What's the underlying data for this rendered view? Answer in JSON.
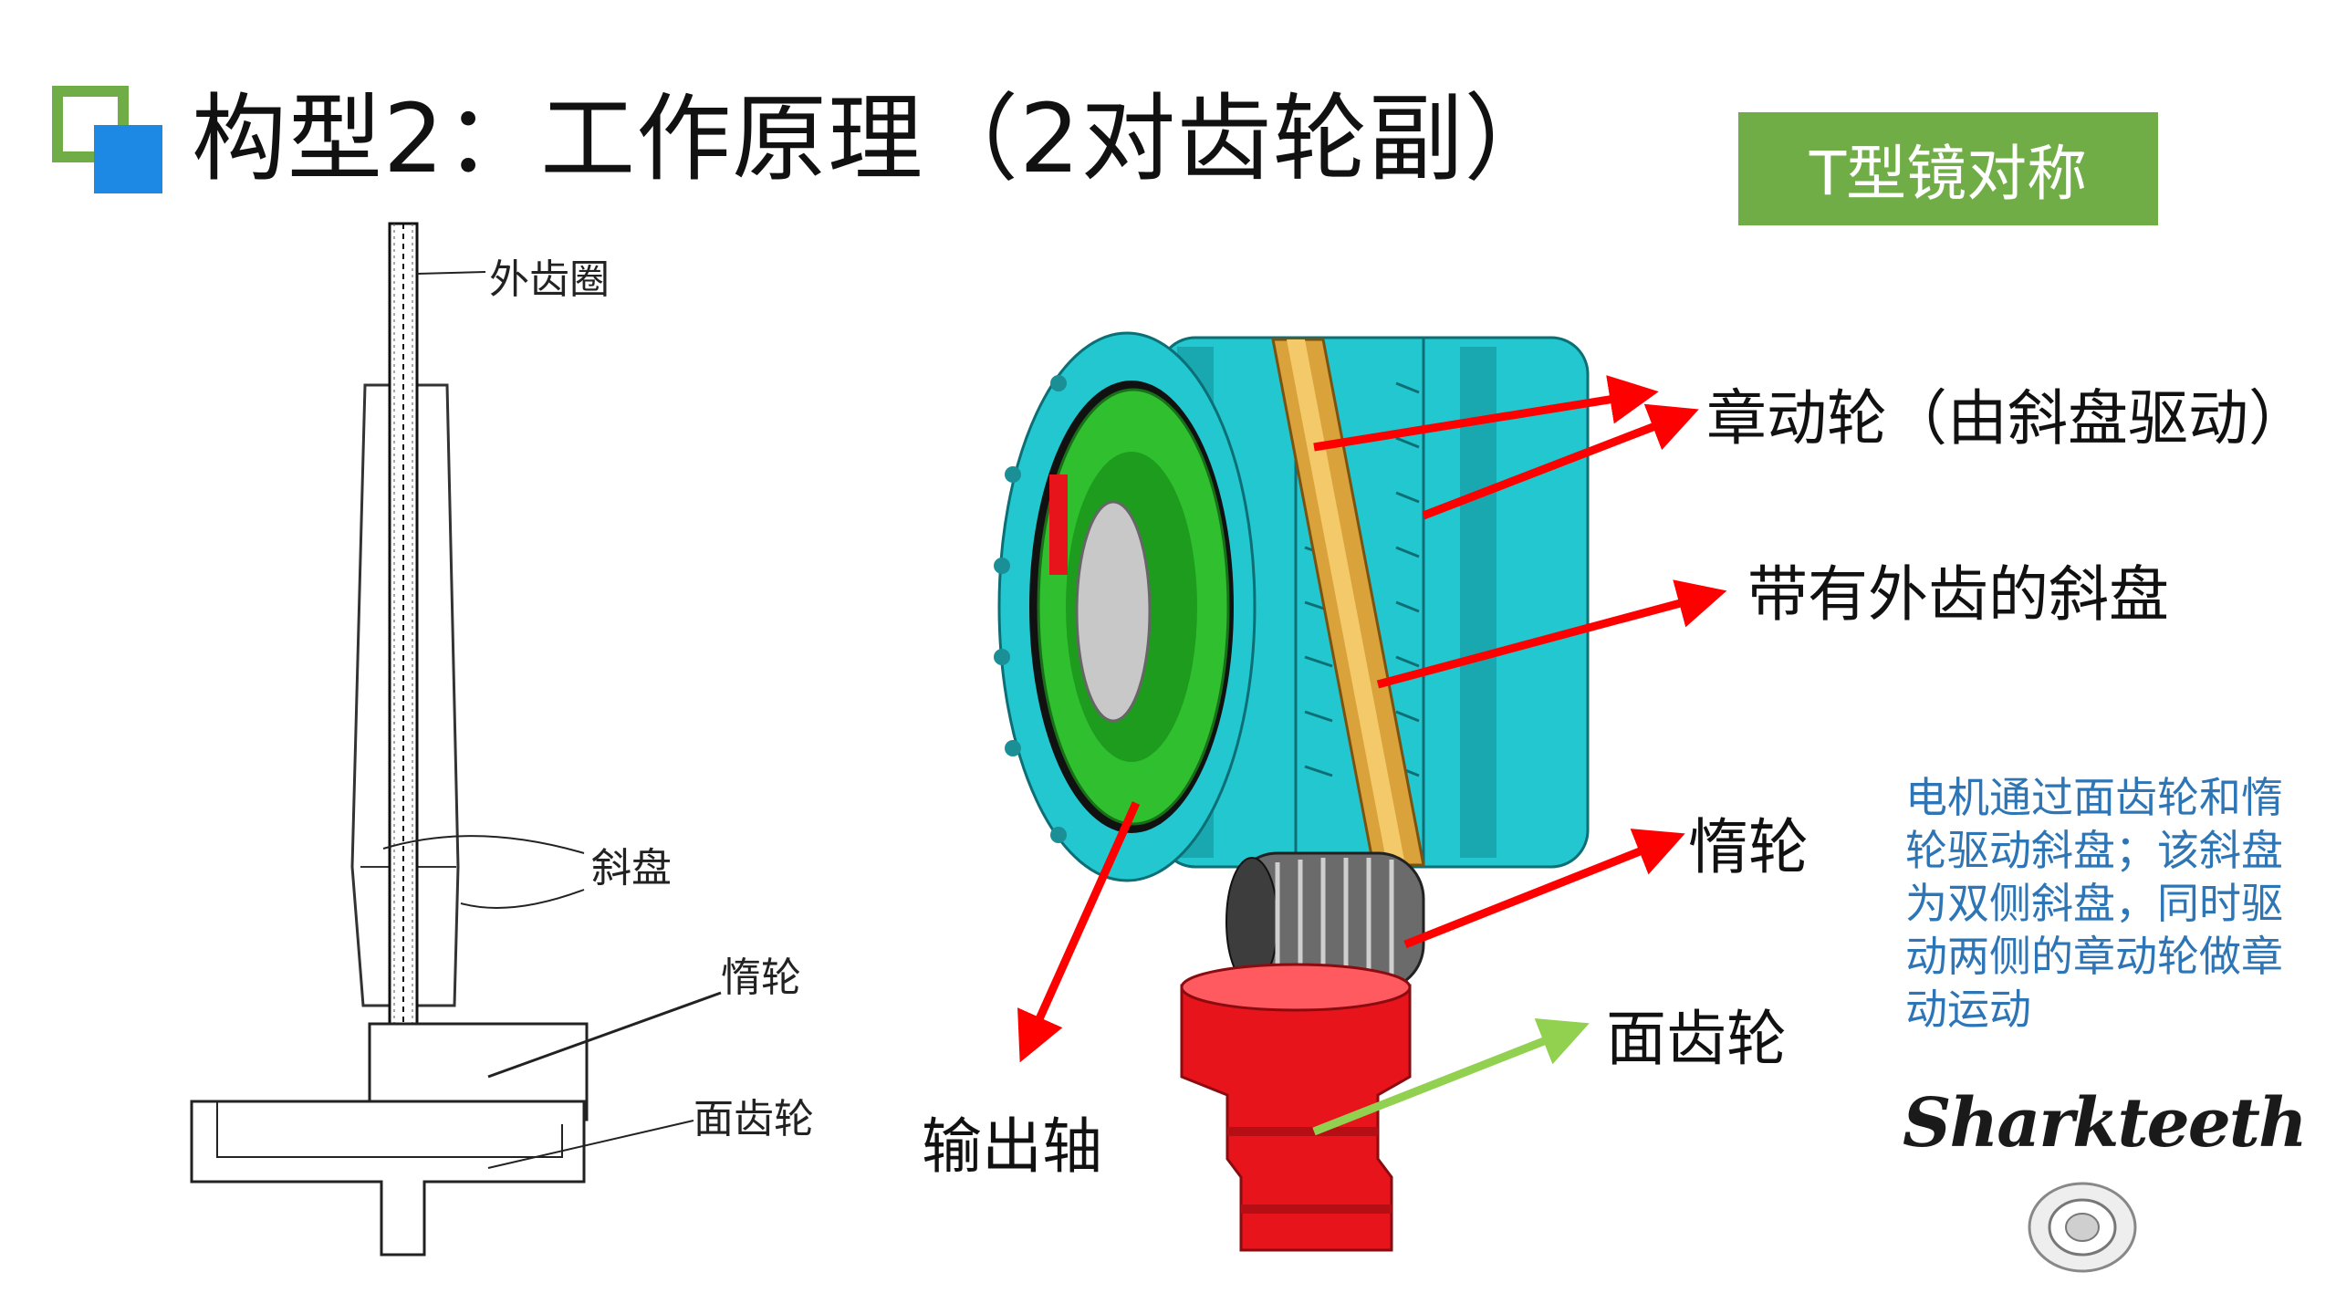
{
  "title": "构型2：工作原理（2对齿轮副）",
  "badge": "T型镜对称",
  "left_diagram": {
    "labels": {
      "outer_ring": "外齿圈",
      "swash_plate": "斜盘",
      "idler": "惰轮",
      "face_gear": "面齿轮"
    }
  },
  "right_diagram": {
    "labels": {
      "nutation_wheel": "章动轮（由斜盘驱动）",
      "swash_plate_ext": "带有外齿的斜盘",
      "idler": "惰轮",
      "face_gear": "面齿轮",
      "output_shaft": "输出轴"
    }
  },
  "note": "电机通过面齿轮和惰轮驱动斜盘；该斜盘为双侧斜盘，同时驱动两侧的章动轮做章动运动",
  "brand": "Sharkteeth",
  "colors": {
    "accent_green": "#70ad47",
    "accent_blue": "#1e88e5",
    "note_blue": "#2e75b6",
    "arrow_red": "#ff0000",
    "arrow_green": "#92d050",
    "housing_cyan": "#22c7cf",
    "rotor_green": "#2fbf2f",
    "face_gear_red": "#e8141c",
    "swash_gold": "#d9a23a"
  }
}
